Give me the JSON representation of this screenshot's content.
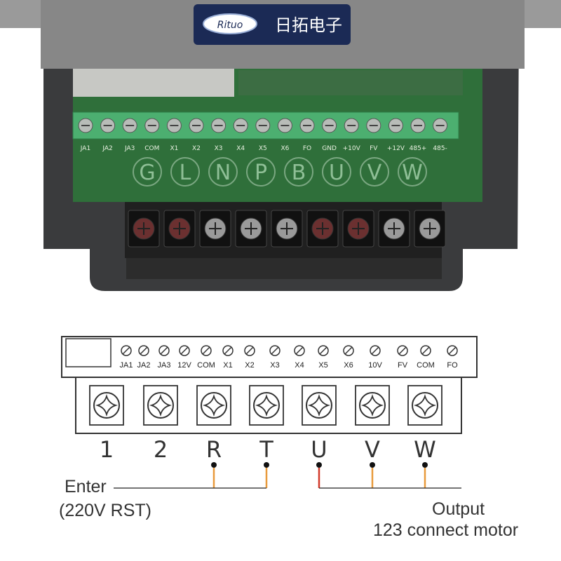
{
  "photo": {
    "brand_logo": "Rituo",
    "brand_name": "日拓电子",
    "control_terminals": [
      "JA1",
      "JA2",
      "JA3",
      "COM",
      "X1",
      "X2",
      "X3",
      "X4",
      "X5",
      "X6",
      "FO",
      "GND",
      "+10V",
      "FV",
      "+12V",
      "485+",
      "485-"
    ],
    "power_letters": [
      "G",
      "L",
      "N",
      "P",
      "B",
      "U",
      "V",
      "W"
    ],
    "colors": {
      "housing": "#3a3b3d",
      "pcb": "#2f6f3a",
      "terminal_block": "#4caf70",
      "cover": "#8a8a8a"
    }
  },
  "diagram": {
    "control_terminals": [
      "JA1",
      "JA2",
      "JA3",
      "12V",
      "COM",
      "X1",
      "X2",
      "X3",
      "X4",
      "X5",
      "X6",
      "10V",
      "FV",
      "COM",
      "FO"
    ],
    "power_terminals": [
      "1",
      "2",
      "R",
      "T",
      "U",
      "V",
      "W"
    ],
    "input_label": "Enter",
    "input_note": "(220V RST)",
    "output_label": "Output",
    "output_note": "123 connect motor",
    "colors": {
      "wire_orange": "#e89a3c",
      "wire_red": "#d23a2a",
      "line": "#222222"
    }
  }
}
